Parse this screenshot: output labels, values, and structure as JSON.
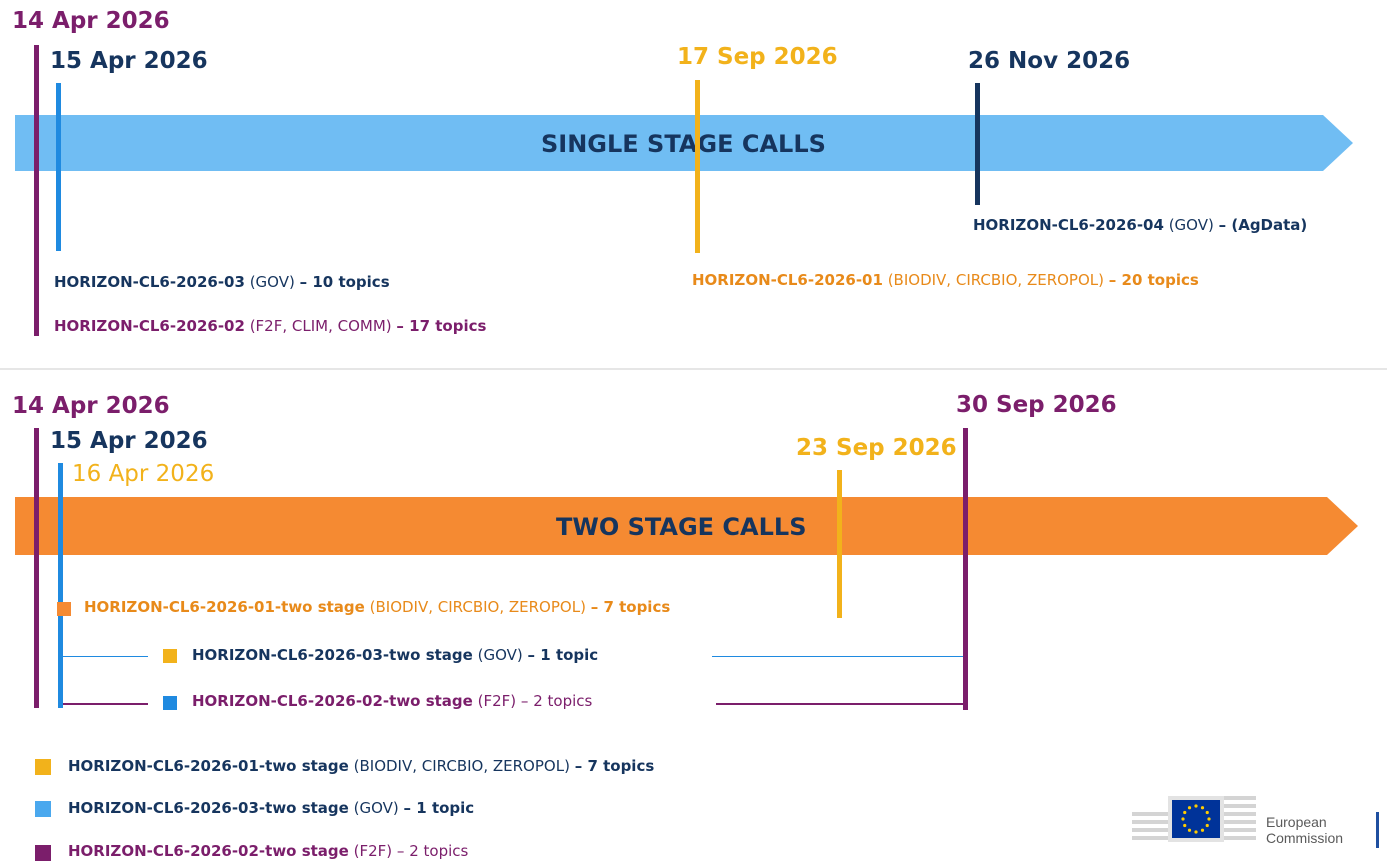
{
  "colors": {
    "purple": "#7b1e6b",
    "navy": "#16355e",
    "blue": "#1f8ae0",
    "gold": "#f2b21b",
    "orange_text": "#e88a1a",
    "single_arrow": "#70bdf3",
    "two_arrow": "#f58a32",
    "logo_blue": "#003399",
    "logo_star": "#ffcc00",
    "grey_text": "#5a5a5a"
  },
  "single": {
    "dates": {
      "d14apr": "14 Apr 2026",
      "d15apr": "15 Apr 2026",
      "d17sep": "17 Sep 2026",
      "d26nov": "26 Nov 2026"
    },
    "arrow_label": "SINGLE STAGE CALLS",
    "calls": {
      "c04": {
        "id": "HORIZON-CL6-2026-04",
        "areas": "(GOV)",
        "dash": " – ",
        "topics": "(AgData)"
      },
      "c03": {
        "id": "HORIZON-CL6-2026-03",
        "areas": "(GOV)",
        "dash": " – ",
        "topics": "10 topics"
      },
      "c01": {
        "id": "HORIZON-CL6-2026-01",
        "areas": "(BIODIV, CIRCBIO, ZEROPOL)",
        "dash": " – ",
        "topics": "20 topics"
      },
      "c02": {
        "id": "HORIZON-CL6-2026-02",
        "areas": "(F2F, CLIM, COMM)",
        "dash": " – ",
        "topics": "17 topics"
      }
    }
  },
  "two": {
    "dates": {
      "d14apr": "14 Apr 2026",
      "d15apr": "15 Apr 2026",
      "d16apr": "16 Apr 2026",
      "d23sep": "23 Sep 2026",
      "d30sep": "30 Sep 2026"
    },
    "arrow_label": "TWO STAGE CALLS",
    "calls": {
      "c01": {
        "id": "HORIZON-CL6-2026-01-two stage",
        "areas": "(BIODIV, CIRCBIO, ZEROPOL)",
        "dash": " – ",
        "topics": "7 topics"
      },
      "c03": {
        "id": "HORIZON-CL6-2026-03-two stage",
        "areas": "(GOV)",
        "dash": " – ",
        "topics": "1 topic"
      },
      "c02": {
        "id": "HORIZON-CL6-2026-02-two stage",
        "areas": "(F2F)",
        "dash": " – ",
        "topics": "2 topics"
      }
    }
  },
  "legend": [
    {
      "id": "HORIZON-CL6-2026-01-two stage",
      "areas": "(BIODIV, CIRCBIO, ZEROPOL)",
      "dash": " – ",
      "topics": "7 topics"
    },
    {
      "id": "HORIZON-CL6-2026-03-two stage",
      "areas": "(GOV)",
      "dash": " – ",
      "topics": "1 topic"
    },
    {
      "id": "HORIZON-CL6-2026-02-two stage",
      "areas": "(F2F)",
      "dash": " – ",
      "topics": "2 topics"
    }
  ],
  "logo": {
    "line1": "European",
    "line2": "Commission"
  }
}
